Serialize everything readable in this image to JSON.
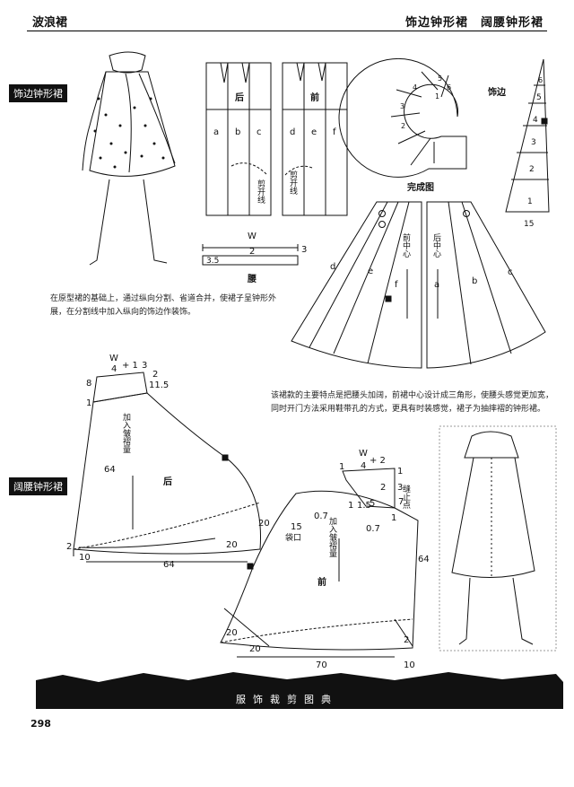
{
  "header": {
    "left": "波浪裙",
    "right": "饰边钟形裙　阔腰钟形裙"
  },
  "section_tags": {
    "ruffle_bell": "饰边钟形裙",
    "wide_waist_bell": "阔腰钟形裙"
  },
  "pattern1": {
    "back_label": "后",
    "front_label": "前",
    "cut_line": "剪开线",
    "back_panels": [
      "a",
      "b",
      "c"
    ],
    "front_panels": [
      "d",
      "e",
      "f"
    ],
    "waistband_label": "腰",
    "waistband_formula_top": "W",
    "waistband_formula_bottom": "2",
    "waistband_3": "3",
    "waistband_35": "3.5",
    "ruffle_label": "饰边",
    "ruffle_spiral_nums": [
      "1",
      "2",
      "3",
      "4",
      "5",
      "6"
    ],
    "ruffle_strip_nums": [
      "1",
      "2",
      "3",
      "4",
      "5",
      "6"
    ],
    "ruffle_width": "15",
    "finished_label": "完成图",
    "front_center": "前中心",
    "back_center": "后中心"
  },
  "description1": "在原型裙的基础上，通过纵向分割、省道合并，使裙子呈钟形外展，在分割线中加入纵向的饰边作装饰。",
  "description2": "该裙款的主要特点是把腰头加阔，前裙中心设计成三角形，使腰头感觉更加宽，同时开门方法采用鞋带孔的方式，更具有时装感觉，裙子为抽摔褶的钟形裙。",
  "back_pattern": {
    "formula_top": "W",
    "formula_bottom": "4",
    "formula_plus": "+ 1",
    "label_3": "3",
    "label_2": "2",
    "label_115": "11.5",
    "label_8": "8",
    "label_1": "1",
    "label_64": "64",
    "label_20a": "20",
    "label_20b": "20",
    "label_2b": "2",
    "label_10": "10",
    "label_64b": "64",
    "add_pleat": "加入皱褶量",
    "back": "后"
  },
  "front_pattern": {
    "formula_top": "W",
    "formula_bottom": "4",
    "formula_plus": "+ 2",
    "label_1": "1",
    "label_1b": "1",
    "label_2": "2",
    "label_3": "3",
    "label_5": "5",
    "label_7": "7",
    "label_07a": "0.7",
    "label_07b": "0.7",
    "label_15": "15",
    "pocket": "袋口",
    "label_1c": "1",
    "label_15b": "1.5",
    "label_1d": "1",
    "stop_point": "缝止点",
    "add_pleat": "加入皱褶量",
    "label_64": "64",
    "front": "前",
    "label_20a": "20",
    "label_20b": "20",
    "label_70": "70",
    "label_10": "10"
  },
  "footer": {
    "text": "服饰裁剪图典",
    "page": "298"
  }
}
